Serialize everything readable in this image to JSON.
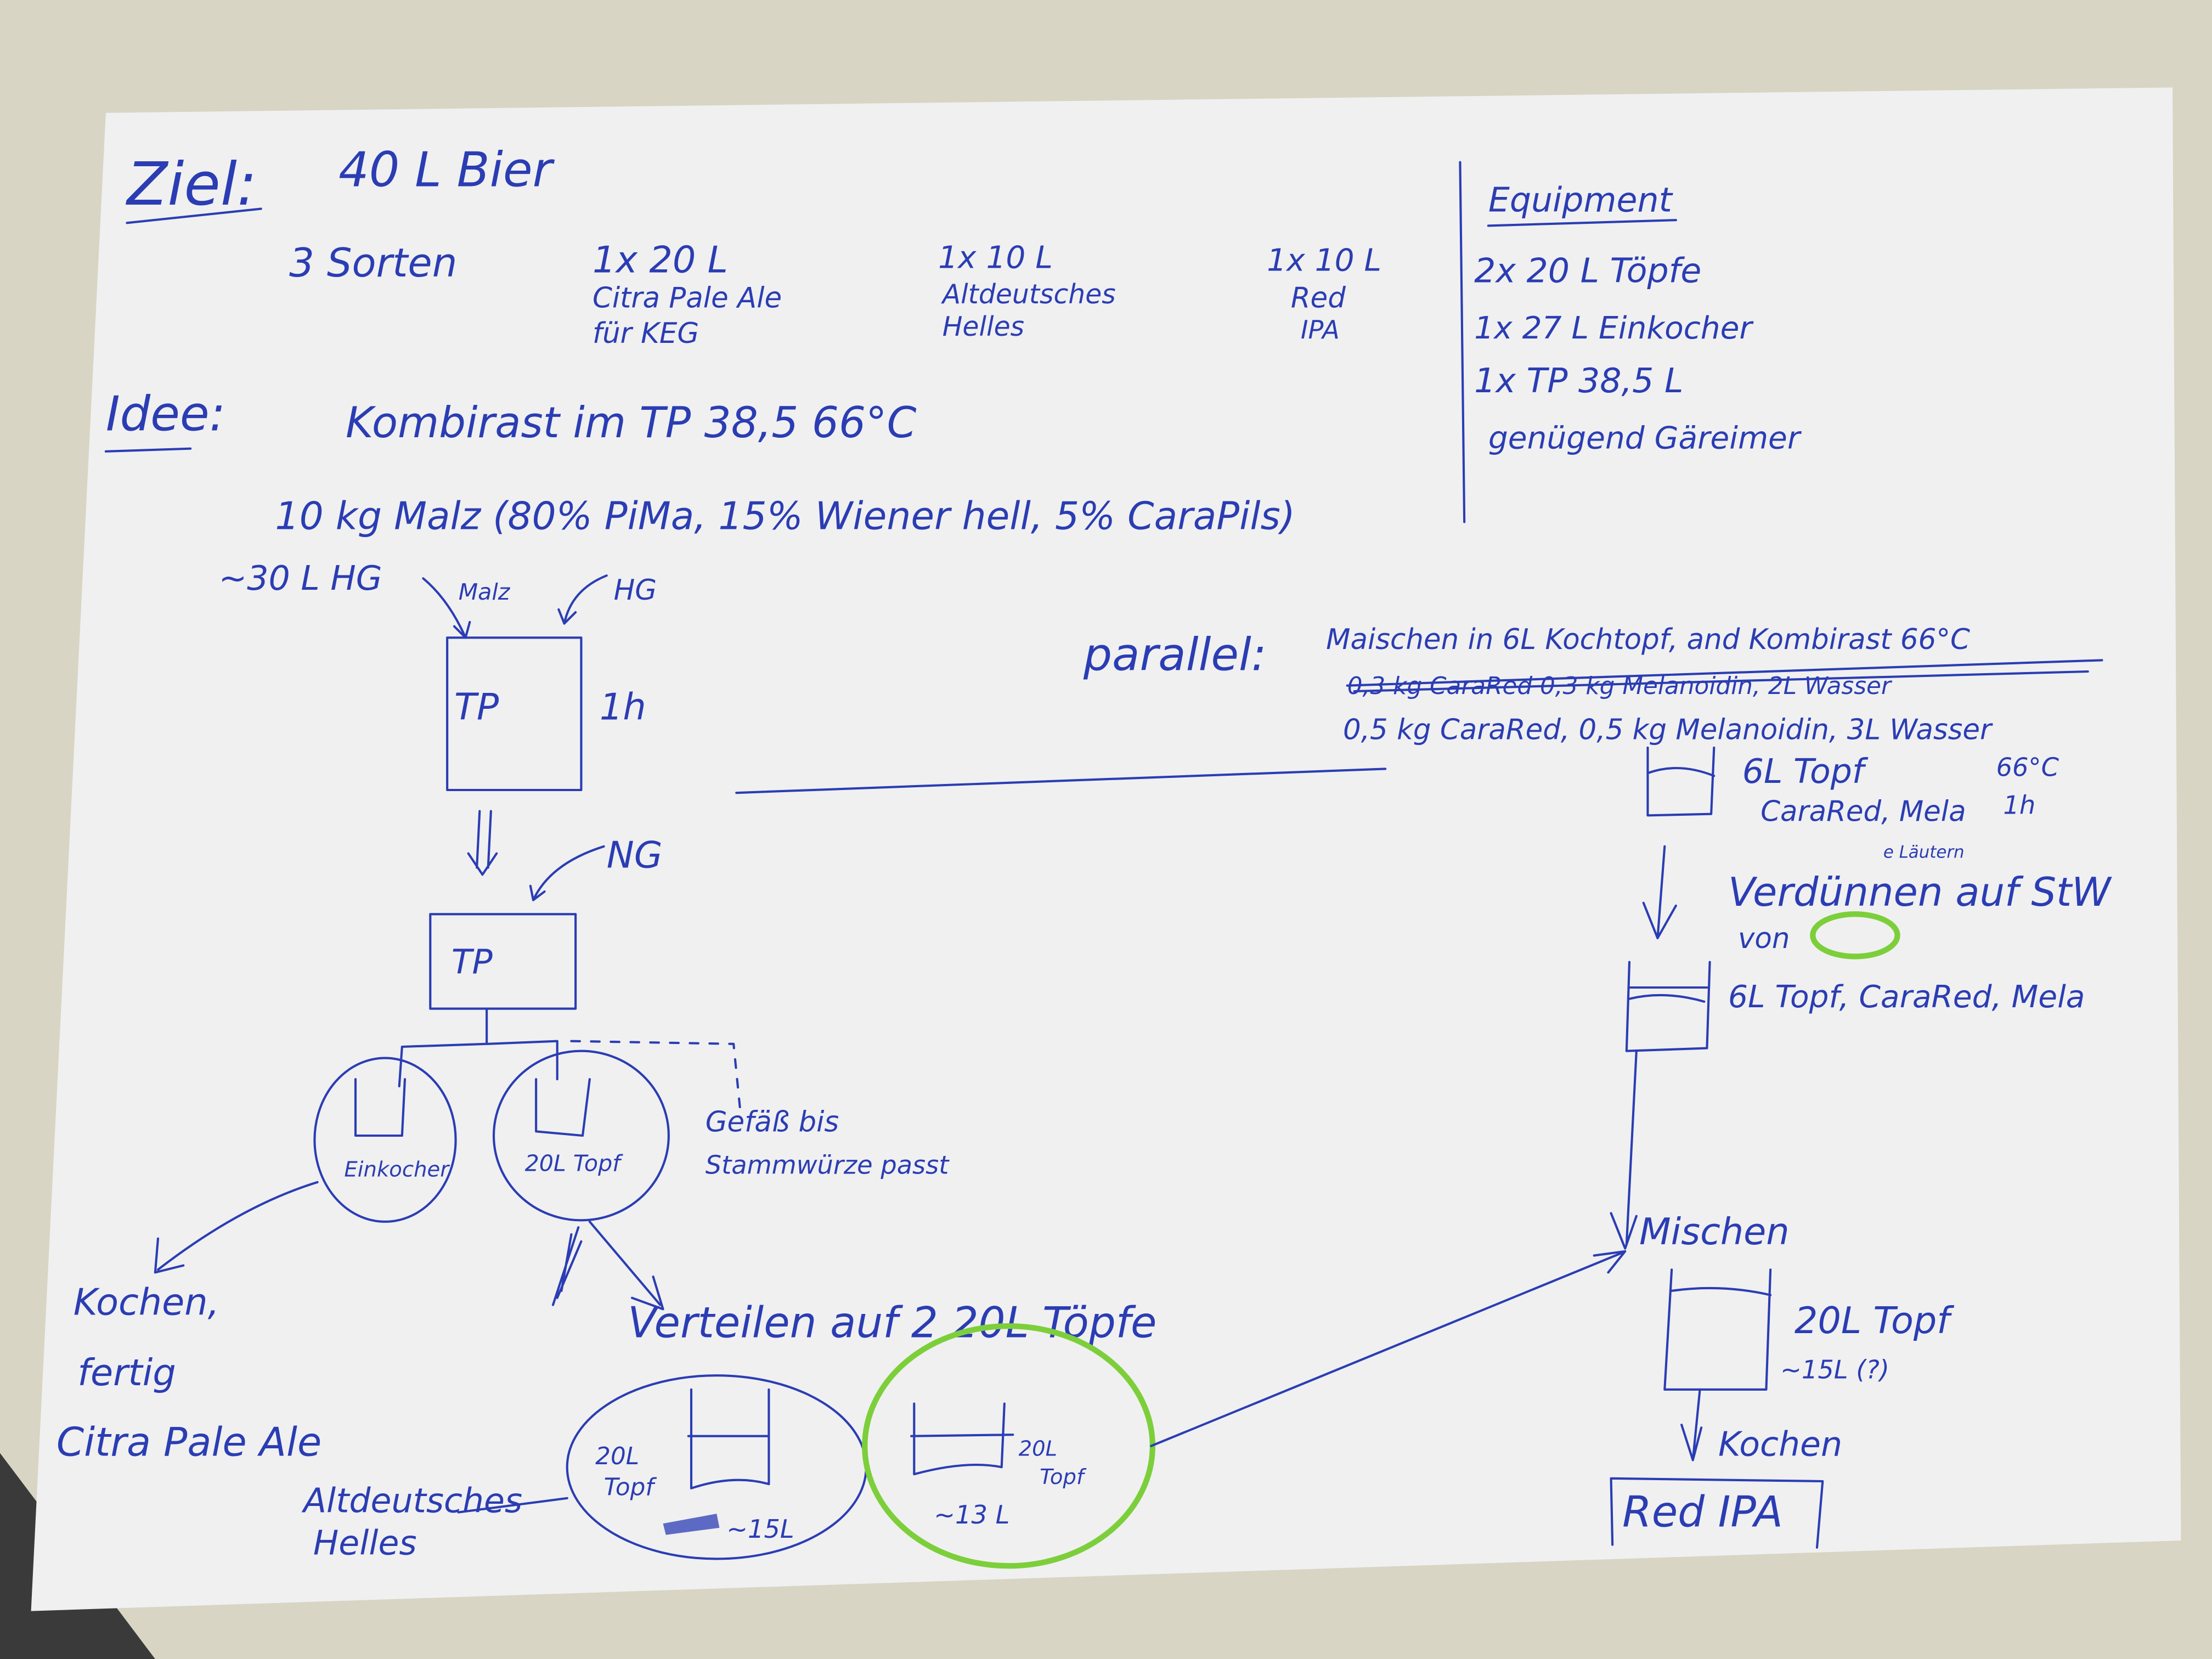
{
  "colors": {
    "ink": "#2b3db3",
    "highlight": "#7ccf3a",
    "paper": "#f2f1f0",
    "table": "#d8d5c4"
  },
  "goal": {
    "label": "Ziel:",
    "target": "40 L Bier",
    "sorts_label": "3 Sorten",
    "sorts": [
      {
        "amount": "1x 20 L",
        "name": "Citra Pale Ale",
        "note": "für KEG"
      },
      {
        "amount": "1x 10 L",
        "name": "Altdeutsches",
        "note": "Helles"
      },
      {
        "amount": "1x 10 L",
        "name": "Red",
        "note": "IPA"
      }
    ]
  },
  "equipment": {
    "title": "Equipment",
    "items": [
      "2x 20 L Töpfe",
      "1x 27 L Einkocher",
      "1x TP 38,5 L",
      "genügend Gäreimer"
    ]
  },
  "idea": {
    "label": "Idee:",
    "line1": "Kombirast im TP 38,5 66°C",
    "line2": "10 kg Malz (80% PiMa, 15% Wiener hell, 5% CaraPils)",
    "water": "~30 L HG",
    "malz": "Malz",
    "hg": "HG",
    "tp1": "TP",
    "tp1_time": "1h",
    "ng": "NG",
    "tp2": "TP",
    "vessel1": "Einkocher",
    "vessel2": "20L Topf",
    "vessel_note1": "Gefäß bis",
    "vessel_note2": "Stammwürze passt",
    "result1_a": "Kochen,",
    "result1_b": "fertig",
    "result1_c": "Citra Pale Ale",
    "split": "Verteilen auf 2 20L Töpfe",
    "pot_a_label1": "20L",
    "pot_a_label2": "Topf",
    "pot_a_volume": "~15L",
    "pot_a_beer1": "Altdeutsches",
    "pot_a_beer2": "Helles",
    "pot_b_label1": "20L",
    "pot_b_label2": "Topf",
    "pot_b_volume": "~13 L"
  },
  "parallel": {
    "label": "parallel:",
    "line1": "Maischen in 6L Kochtopf, and Kombirast 66°C",
    "struck": "0,3 kg CaraRed 0,3 kg Melanoidin, 2L Wasser",
    "line2": "0,5 kg CaraRed, 0,5 kg Melanoidin, 3L Wasser",
    "pot1_a": "6L Topf",
    "pot1_temp": "66°C",
    "pot1_b": "CaraRed, Mela",
    "pot1_time": "1h",
    "dilute_insert": "e Läutern",
    "dilute": "Verdünnen auf StW",
    "dilute_von": "von",
    "pot2": "6L Topf, CaraRed, Mela",
    "mix": "Mischen",
    "pot3_a": "20L Topf",
    "pot3_b": "~15L (?)",
    "boil": "Kochen",
    "result": "Red IPA"
  }
}
